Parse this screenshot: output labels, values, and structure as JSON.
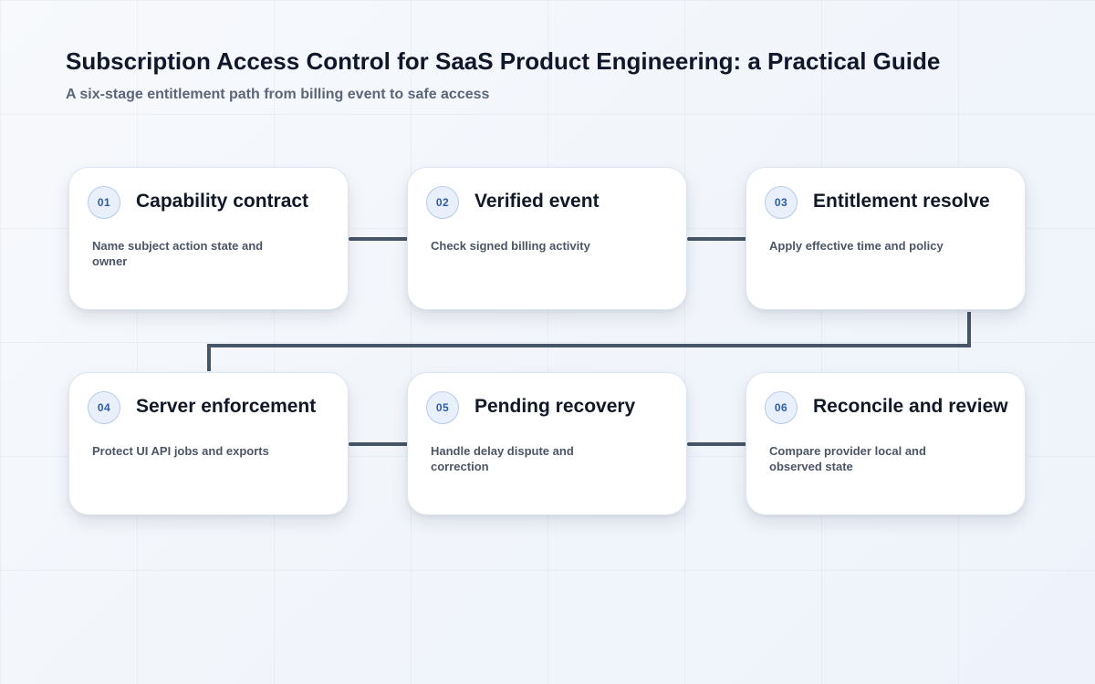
{
  "header": {
    "title": "Subscription Access Control for SaaS Product Engineering: a Practical Guide",
    "subtitle": "A six-stage entitlement path from billing event to safe access"
  },
  "colors": {
    "connector": "#475569",
    "card_background": "#ffffff",
    "badge_background": "#e9f0fb",
    "badge_border": "#b5cbec",
    "badge_text": "#2d5ca8"
  },
  "stages": [
    {
      "number": "01",
      "title": "Capability contract",
      "description": "Name subject action state and owner"
    },
    {
      "number": "02",
      "title": "Verified event",
      "description": "Check signed billing activity"
    },
    {
      "number": "03",
      "title": "Entitlement resolve",
      "description": "Apply effective time and policy"
    },
    {
      "number": "04",
      "title": "Server enforcement",
      "description": "Protect UI API jobs and exports"
    },
    {
      "number": "05",
      "title": "Pending recovery",
      "description": "Handle delay dispute and correction"
    },
    {
      "number": "06",
      "title": "Reconcile and review",
      "description": "Compare provider local and observed state"
    }
  ]
}
